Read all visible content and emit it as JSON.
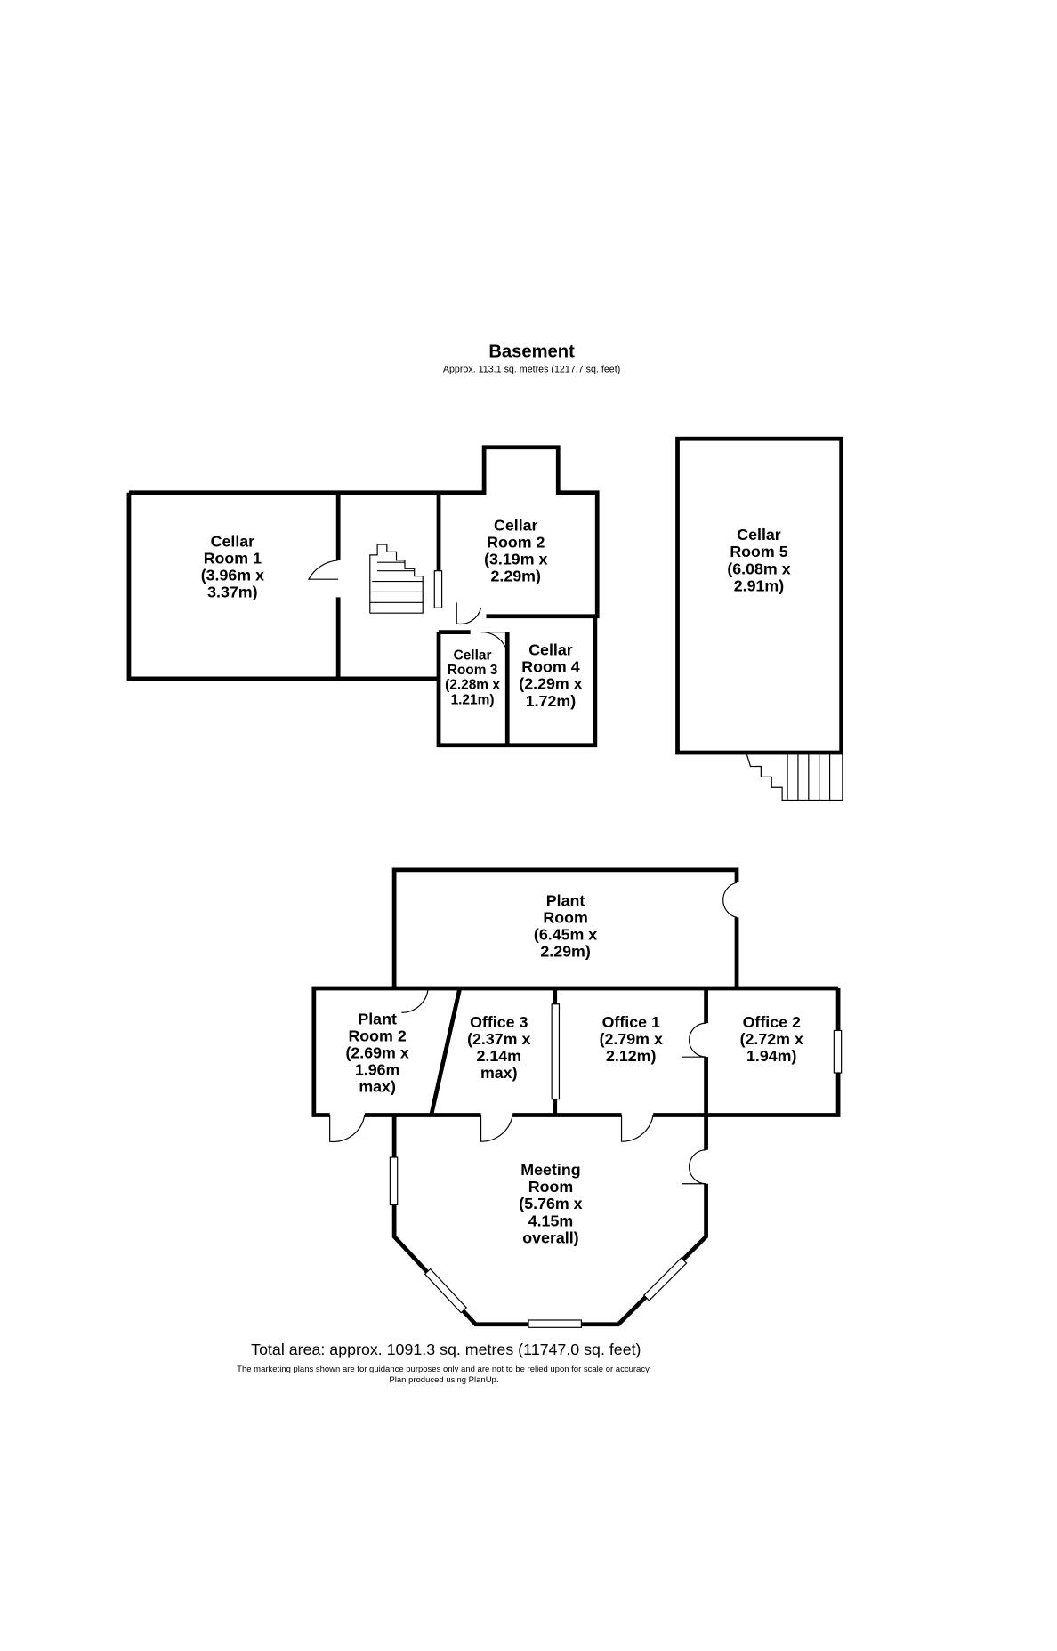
{
  "header": {
    "title": "Basement",
    "subtitle": "Approx. 113.1 sq. metres (1217.7 sq. feet)"
  },
  "rooms": {
    "cellar1": [
      "Cellar",
      "Room 1",
      "(3.96m x",
      "3.37m)"
    ],
    "cellar2": [
      "Cellar",
      "Room 2",
      "(3.19m x",
      "2.29m)"
    ],
    "cellar3": [
      "Cellar",
      "Room 3",
      "(2.28m x",
      "1.21m)"
    ],
    "cellar4": [
      "Cellar",
      "Room 4",
      "(2.29m x",
      "1.72m)"
    ],
    "cellar5": [
      "Cellar",
      "Room 5",
      "(6.08m x",
      "2.91m)"
    ],
    "plant": [
      "Plant",
      "Room",
      "(6.45m x",
      "2.29m)"
    ],
    "plant2": [
      "Plant",
      "Room 2",
      "(2.69m x",
      "1.96m",
      "max)"
    ],
    "office3": [
      "Office 3",
      "(2.37m x",
      "2.14m",
      "max)"
    ],
    "office1": [
      "Office 1",
      "(2.79m x",
      "2.12m)"
    ],
    "office2": [
      "Office 2",
      "(2.72m x",
      "1.94m)"
    ],
    "meeting": [
      "Meeting",
      "Room",
      "(5.76m x",
      "4.15m",
      "overall)"
    ]
  },
  "footer": {
    "total": "Total area: approx. 1091.3 sq. metres (11747.0 sq. feet)",
    "disclaimer": "The marketing plans shown are for guidance purposes only and are not to be relied upon for scale or accuracy.",
    "credit": "Plan produced using PlanUp."
  }
}
